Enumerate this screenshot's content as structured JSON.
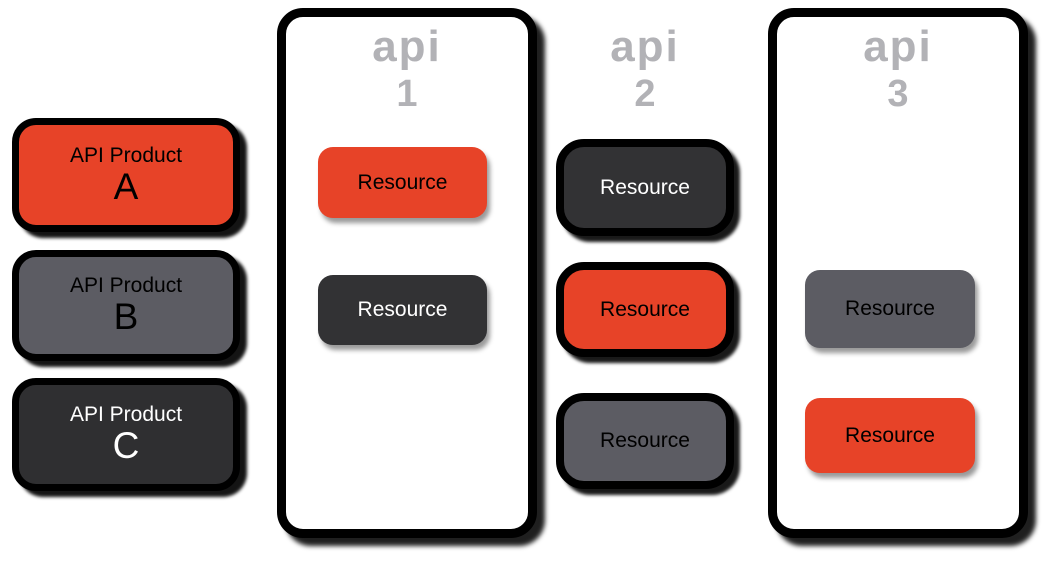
{
  "products": [
    {
      "line1": "API Product",
      "line2": "A",
      "color": "red"
    },
    {
      "line1": "API Product",
      "line2": "B",
      "color": "gray"
    },
    {
      "line1": "API Product",
      "line2": "C",
      "color": "dark"
    }
  ],
  "apis": [
    {
      "label": "api",
      "number": "1",
      "has_container": true,
      "resources": [
        {
          "label": "Resource",
          "color": "red"
        },
        {
          "label": "Resource",
          "color": "dark"
        }
      ]
    },
    {
      "label": "api",
      "number": "2",
      "has_container": false,
      "resources": [
        {
          "label": "Resource",
          "color": "dark"
        },
        {
          "label": "Resource",
          "color": "red"
        },
        {
          "label": "Resource",
          "color": "gray"
        }
      ]
    },
    {
      "label": "api",
      "number": "3",
      "has_container": true,
      "resources": [
        {
          "label": "Resource",
          "color": "gray"
        },
        {
          "label": "Resource",
          "color": "red"
        }
      ]
    }
  ],
  "palette": {
    "red": "#E74328",
    "gray": "#5C5C63",
    "dark": "#2F2F31",
    "api_label_gray": "#B2B2B6",
    "border_black": "#000000",
    "container_white": "#FFFFFF"
  }
}
